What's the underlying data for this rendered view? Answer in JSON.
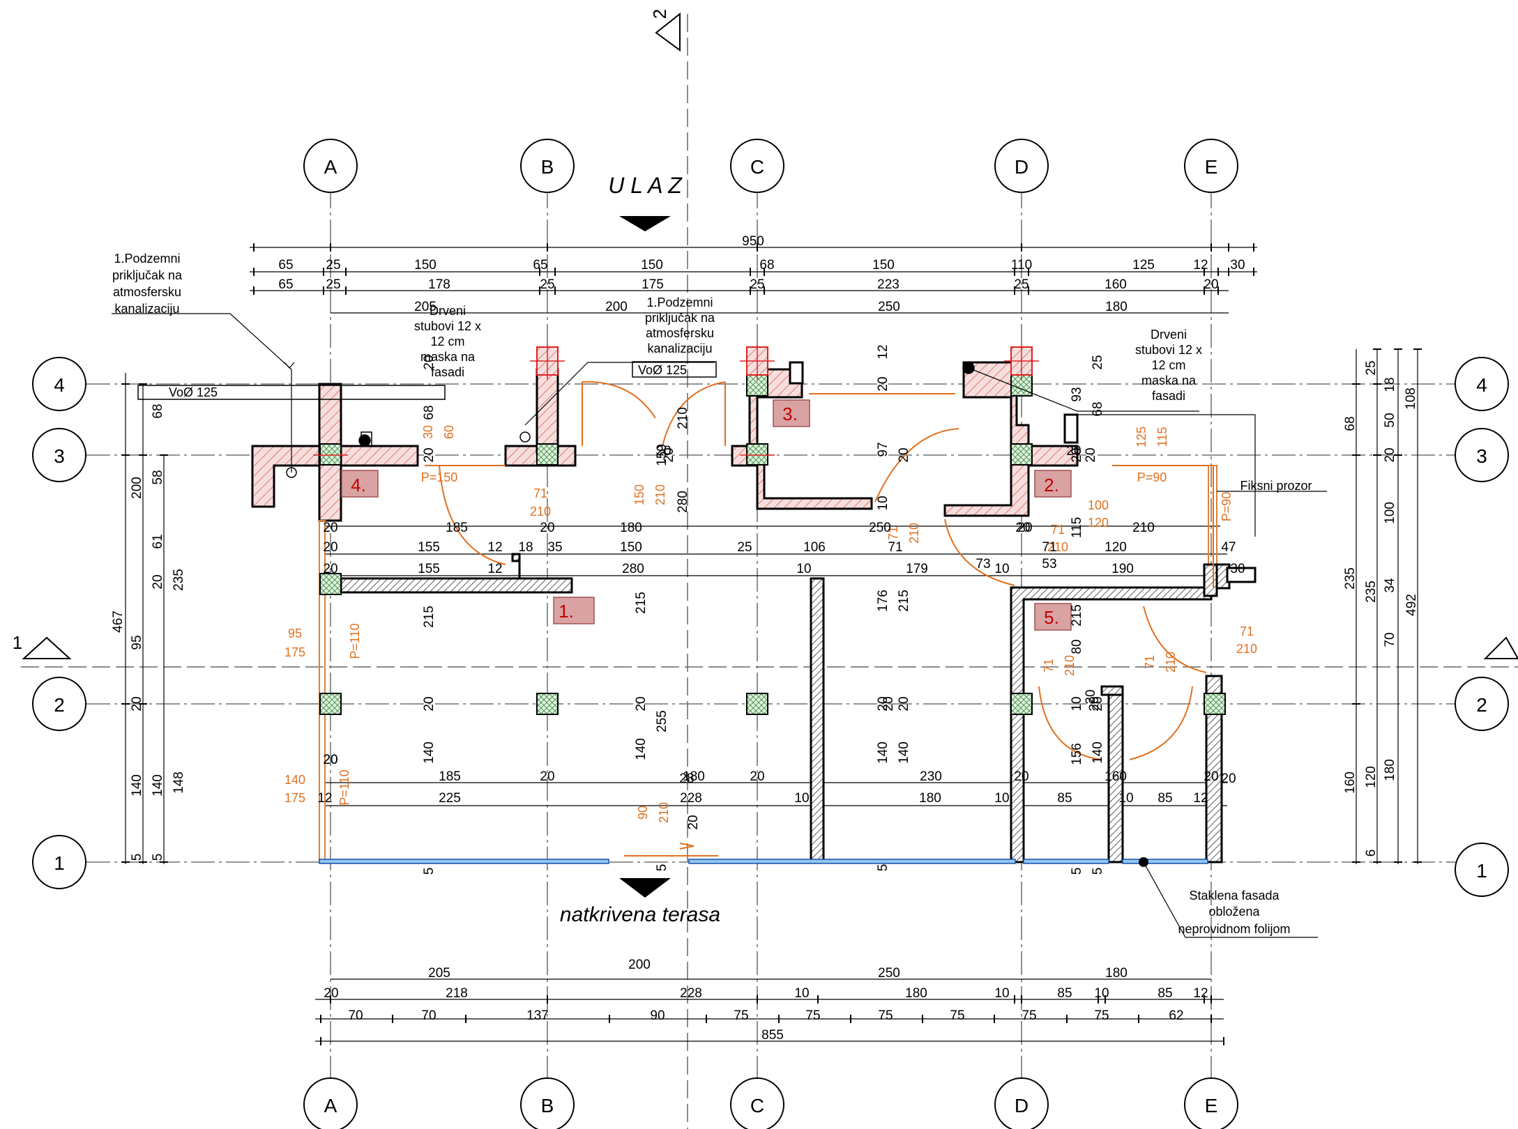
{
  "section_markers": {
    "top": "2",
    "left": "1"
  },
  "grid": {
    "columns": [
      "A",
      "B",
      "C",
      "D",
      "E"
    ],
    "rows": [
      "4",
      "3",
      "2",
      "1"
    ]
  },
  "titles": {
    "entrance": "U L A Z",
    "terrace": "natkrivena terasa"
  },
  "notes": {
    "connection_left": [
      "1.Podzemni",
      "priključak na",
      "atmosfersku",
      "kanalizaciju"
    ],
    "connection_mid": [
      "1.Podzemni",
      "priključak na",
      "atmosfersku",
      "kanalizaciju"
    ],
    "pipe_left": "VoØ 125",
    "pipe_mid": "VoØ 125",
    "posts_left": [
      "Drveni",
      "stubovi 12 x",
      "12 cm",
      "maska na",
      "fasadi"
    ],
    "posts_right": [
      "Drveni",
      "stubovi 12 x",
      "12 cm",
      "maska na",
      "fasadi"
    ],
    "fixed_window": "Fiksni prozor",
    "glass_facade": [
      "Staklena fasada",
      "obložena",
      "neprovidnom folijom"
    ]
  },
  "room_labels": [
    "1.",
    "2.",
    "3.",
    "4.",
    "5."
  ],
  "openings": {
    "p150": "P=150",
    "p90": "P=90",
    "p90v": "P=90",
    "p110a": "P=110",
    "p110b": "P=110",
    "w30": "30",
    "w60": "60",
    "w125": "125",
    "w115": "115",
    "w71a": "71",
    "w210a": "210",
    "w71b": "71",
    "w210b": "210",
    "w150": "150",
    "w210c": "210",
    "w71c": "71",
    "w210d": "210",
    "w100": "100",
    "w120": "120",
    "w71d": "71",
    "w210e": "210",
    "w95": "95",
    "w175a": "175",
    "w140": "140",
    "w175b": "175",
    "w71e": "71",
    "w210f": "210",
    "w71f": "71",
    "w210g": "210",
    "w90": "90",
    "w210h": "210"
  },
  "dims_top": {
    "total": "950",
    "row1": [
      "65",
      "25",
      "150",
      "65",
      "150",
      "68",
      "150",
      "110",
      "125",
      "12",
      "30"
    ],
    "row2": [
      "65",
      "25",
      "178",
      "25",
      "175",
      "25",
      "223",
      "25",
      "160",
      "20"
    ],
    "row3": [
      "205",
      "200",
      "250",
      "180"
    ]
  },
  "dims_bottom": {
    "row1": [
      "205",
      "200",
      "250",
      "180"
    ],
    "row2": [
      "20",
      "218",
      "228",
      "10",
      "180",
      "10",
      "85",
      "10",
      "85",
      "12"
    ],
    "row3": [
      "70",
      "70",
      "137",
      "90",
      "75",
      "75",
      "75",
      "75",
      "75",
      "75",
      "62"
    ],
    "total": "855"
  },
  "dims_left": {
    "outer": "467",
    "col_a": [
      "68",
      "200",
      "140",
      "5"
    ],
    "col_b": [
      "58",
      "61",
      "20",
      "95",
      "20",
      "140",
      "5"
    ],
    "col_c": [
      "235",
      "148"
    ]
  },
  "dims_right": {
    "col_a": [
      "68",
      "235",
      "160"
    ],
    "col_b": [
      "25",
      "50",
      "20",
      "100",
      "34",
      "70",
      "120",
      "6"
    ],
    "col_c": [
      "18",
      "108",
      "235",
      "180"
    ],
    "col_d": "492"
  },
  "dims_inner": {
    "r1": [
      "20",
      "185",
      "20",
      "180",
      "250",
      "20",
      "210"
    ],
    "r2": [
      "20",
      "155",
      "12",
      "18",
      "35",
      "150",
      "25",
      "106",
      "71",
      "71",
      "120",
      "47"
    ],
    "r3": [
      "20",
      "155",
      "12",
      "280",
      "10",
      "179",
      "73",
      "10",
      "53",
      "190",
      "30"
    ],
    "r4": [
      "20",
      "185",
      "20",
      "180",
      "20",
      "230",
      "20",
      "160",
      "20"
    ],
    "r5": [
      "12",
      "225",
      "228",
      "10",
      "180",
      "10",
      "85",
      "10",
      "85",
      "12"
    ],
    "v1": [
      "215",
      "20",
      "140",
      "5"
    ],
    "v2": [
      "215",
      "20",
      "140",
      "255",
      "5"
    ],
    "v3": [
      "20",
      "20",
      "68",
      "280",
      "150",
      "210"
    ],
    "v4": [
      "12",
      "20",
      "97",
      "20",
      "10",
      "176",
      "215",
      "20",
      "140",
      "140",
      "5"
    ],
    "v5": [
      "25",
      "93",
      "68",
      "20",
      "115",
      "215",
      "80",
      "10",
      "20",
      "156",
      "140",
      "5",
      "5"
    ],
    "v6": [
      "20",
      "20",
      "20",
      "20",
      "20",
      "20",
      "20"
    ],
    "misc": [
      "20",
      "28",
      "20",
      "20",
      "20",
      "20"
    ]
  }
}
